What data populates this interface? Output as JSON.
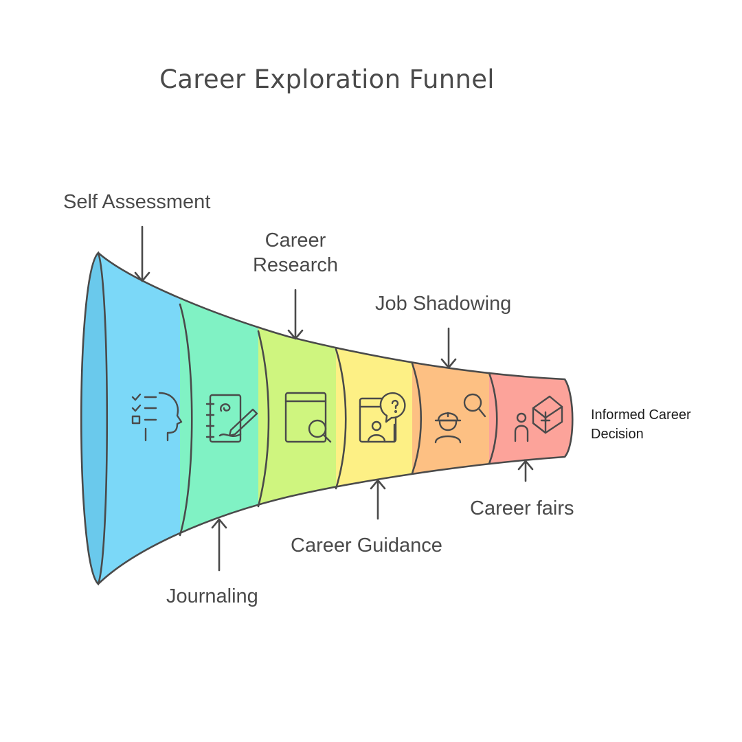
{
  "title": "Career Exploration Funnel",
  "stages": [
    {
      "label": "Self Assessment",
      "color": "#7bd8f8",
      "icon": "head-checklist-icon"
    },
    {
      "label": "Journaling",
      "color": "#80f2c4",
      "icon": "journal-pen-icon"
    },
    {
      "label": "Career Research",
      "color": "#cff57f",
      "icon": "book-search-icon"
    },
    {
      "label": "Career Guidance",
      "color": "#fdf085",
      "icon": "counselor-question-icon"
    },
    {
      "label": "Job Shadowing",
      "color": "#fdc083",
      "icon": "worker-search-icon"
    },
    {
      "label": "Career fairs",
      "color": "#fca39a",
      "icon": "person-booth-icon"
    }
  ],
  "outcome": "Informed Career Decision"
}
